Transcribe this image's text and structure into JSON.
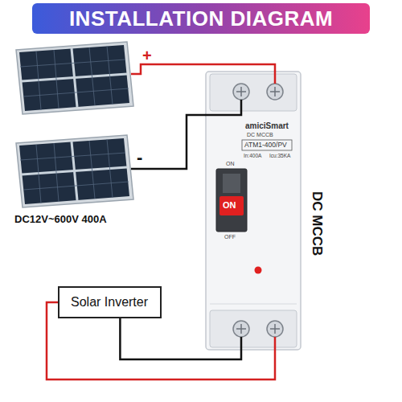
{
  "diagram": {
    "title": "INSTALLATION DIAGRAM",
    "nodes": [
      {
        "text": [
          "DC MCCB",
          "amiciSmart",
          "DC MCCB",
          "ATM1-400/PV",
          "In:400A",
          "Icu:35KA",
          "ON",
          "ON",
          "OFF"
        ]
      },
      {
        "text": [
          "Solar Inverter"
        ]
      }
    ],
    "edges": [
      {
        "from": 1,
        "to": 0,
        "arrow": "none"
      },
      {
        "from": 1,
        "to": 0,
        "arrow": "none"
      }
    ],
    "labels": [
      "+",
      "-",
      "DC12V~600V 400A"
    ]
  }
}
